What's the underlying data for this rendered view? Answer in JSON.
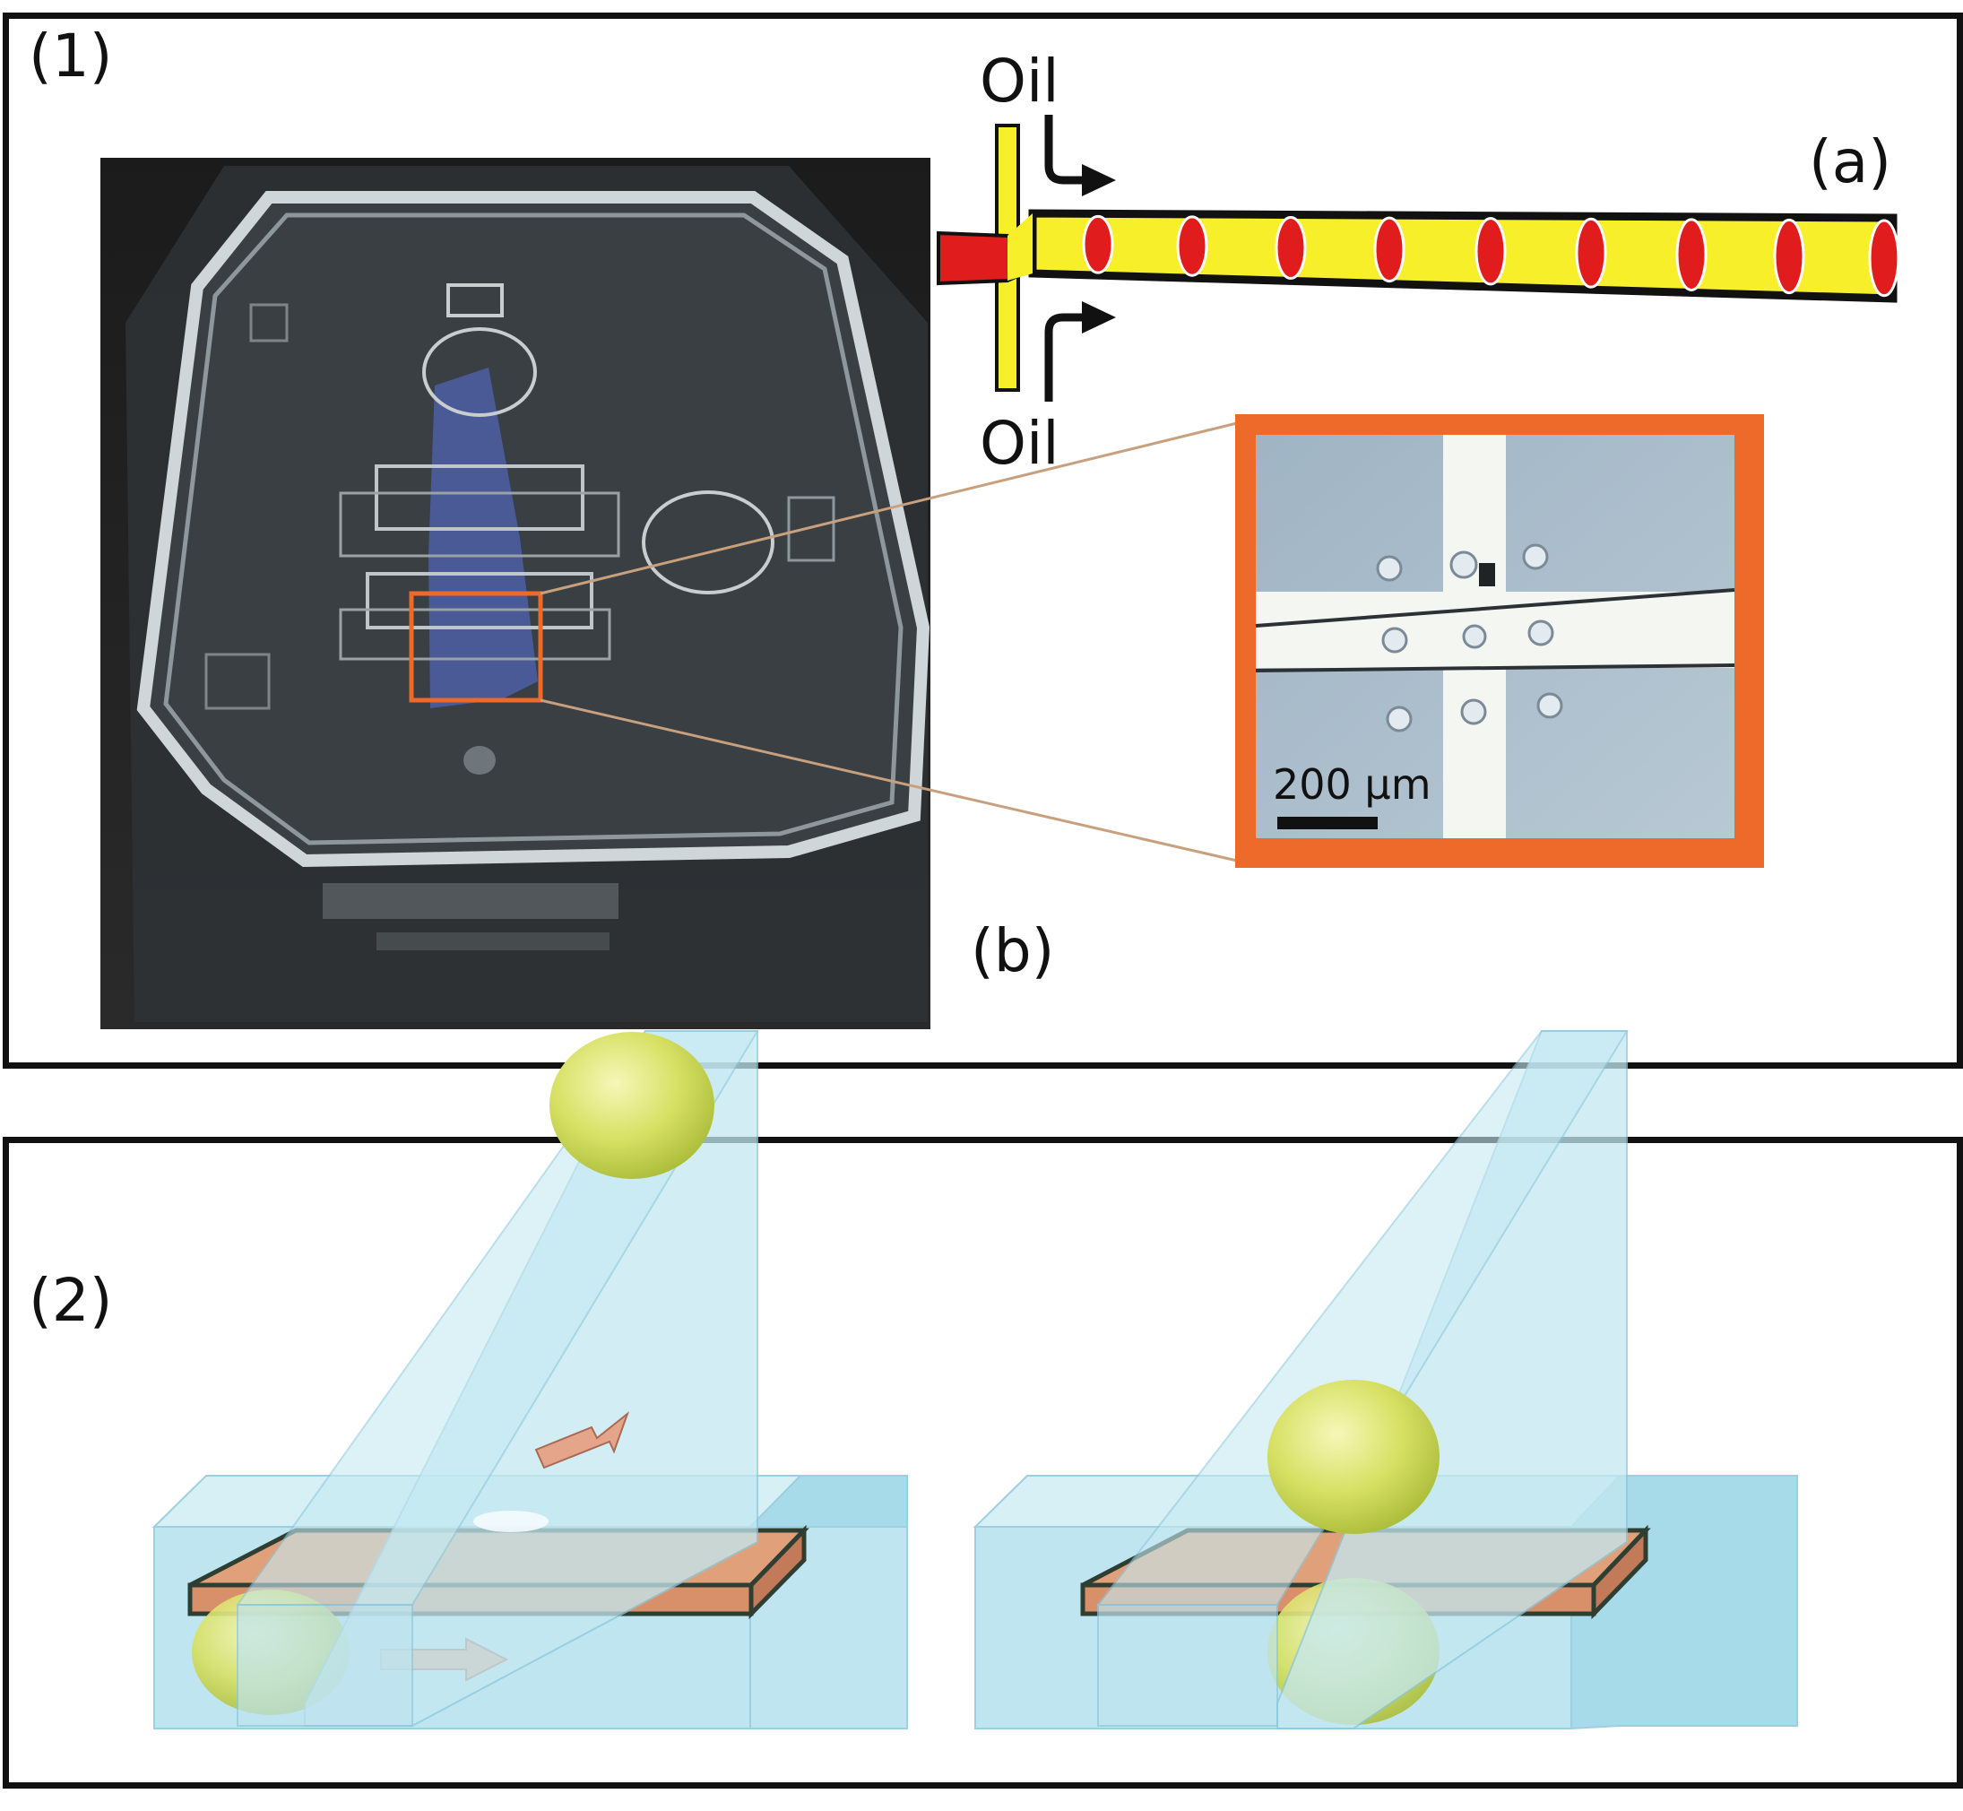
{
  "panel1": {
    "label": "(1)",
    "sub_a": "(a)",
    "sub_b": "(b)",
    "oil_top": "Oil",
    "oil_bottom": "Oil",
    "scale_bar": "200 μm"
  },
  "panel2": {
    "label": "(2)"
  },
  "colors": {
    "droplet_red": "#e01c1c",
    "carrier_yellow": "#f7ef2a",
    "highlight_orange": "#ee6a2a",
    "electrode_copper": "#e0a07a",
    "channel_blue": "#bfe6f0",
    "sphere_yellow": "#d9e46a"
  }
}
